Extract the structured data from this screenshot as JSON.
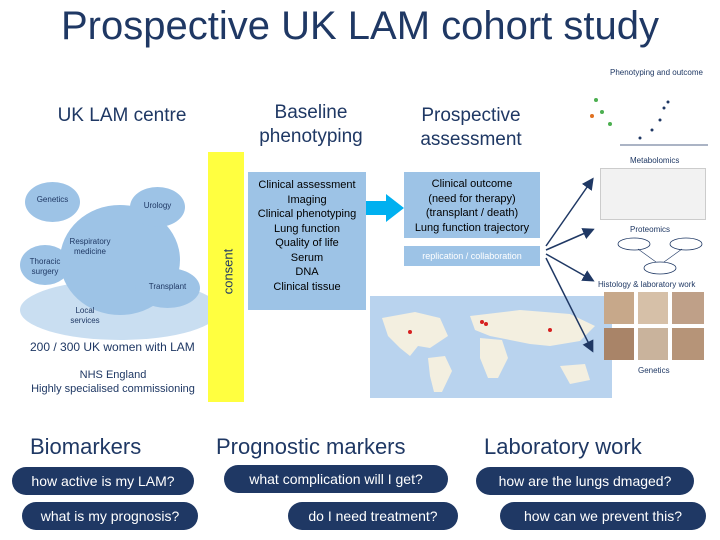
{
  "title": "Prospective UK LAM cohort study",
  "headers": {
    "uk_lam_centre": "UK LAM centre",
    "baseline_line1": "Baseline",
    "baseline_line2": "phenotyping",
    "prospective_line1": "Prospective",
    "prospective_line2": "assessment"
  },
  "centre_diagram": {
    "genetics": "Genetics",
    "urology": "Urology",
    "respiratory_line1": "Respiratory",
    "respiratory_line2": "medicine",
    "thoracic_line1": "Thoracic",
    "thoracic_line2": "surgery",
    "transplant": "Transplant",
    "local_services": "Local services"
  },
  "consent_label": "consent",
  "baseline_items": [
    "Clinical assessment",
    "Imaging",
    "Clinical phenotyping",
    "Lung function",
    "Quality of life",
    "Serum",
    "DNA",
    "Clinical tissue"
  ],
  "prospective_items": [
    "Clinical outcome",
    "(need for therapy)",
    "(transplant / death)",
    "Lung function trajectory"
  ],
  "replication_label": "replication / collaboration",
  "right_panel": {
    "phenotyping_outcome": "Phenotyping and outcome",
    "metabolomics": "Metabolomics",
    "proteomics": "Proteomics",
    "histology": "Histology & laboratory work",
    "genetics": "Genetics"
  },
  "cohort_text": "200 / 300 UK women with LAM",
  "nhs_line1": "NHS England",
  "nhs_line2": "Highly specialised commissioning",
  "bottom": {
    "biomarkers": "Biomarkers",
    "prognostic": "Prognostic markers",
    "laboratory": "Laboratory work",
    "q1": "how active is my LAM?",
    "q2": "what is my prognosis?",
    "q3": "what complication will I get?",
    "q4": "do I need treatment?",
    "q5": "how are the lungs dmaged?",
    "q6": "how can we prevent this?"
  },
  "colors": {
    "navy": "#1f3864",
    "light_blue": "#9dc3e6",
    "consent_yellow": "#ffff40",
    "arrow_cyan": "#00b0f0"
  }
}
